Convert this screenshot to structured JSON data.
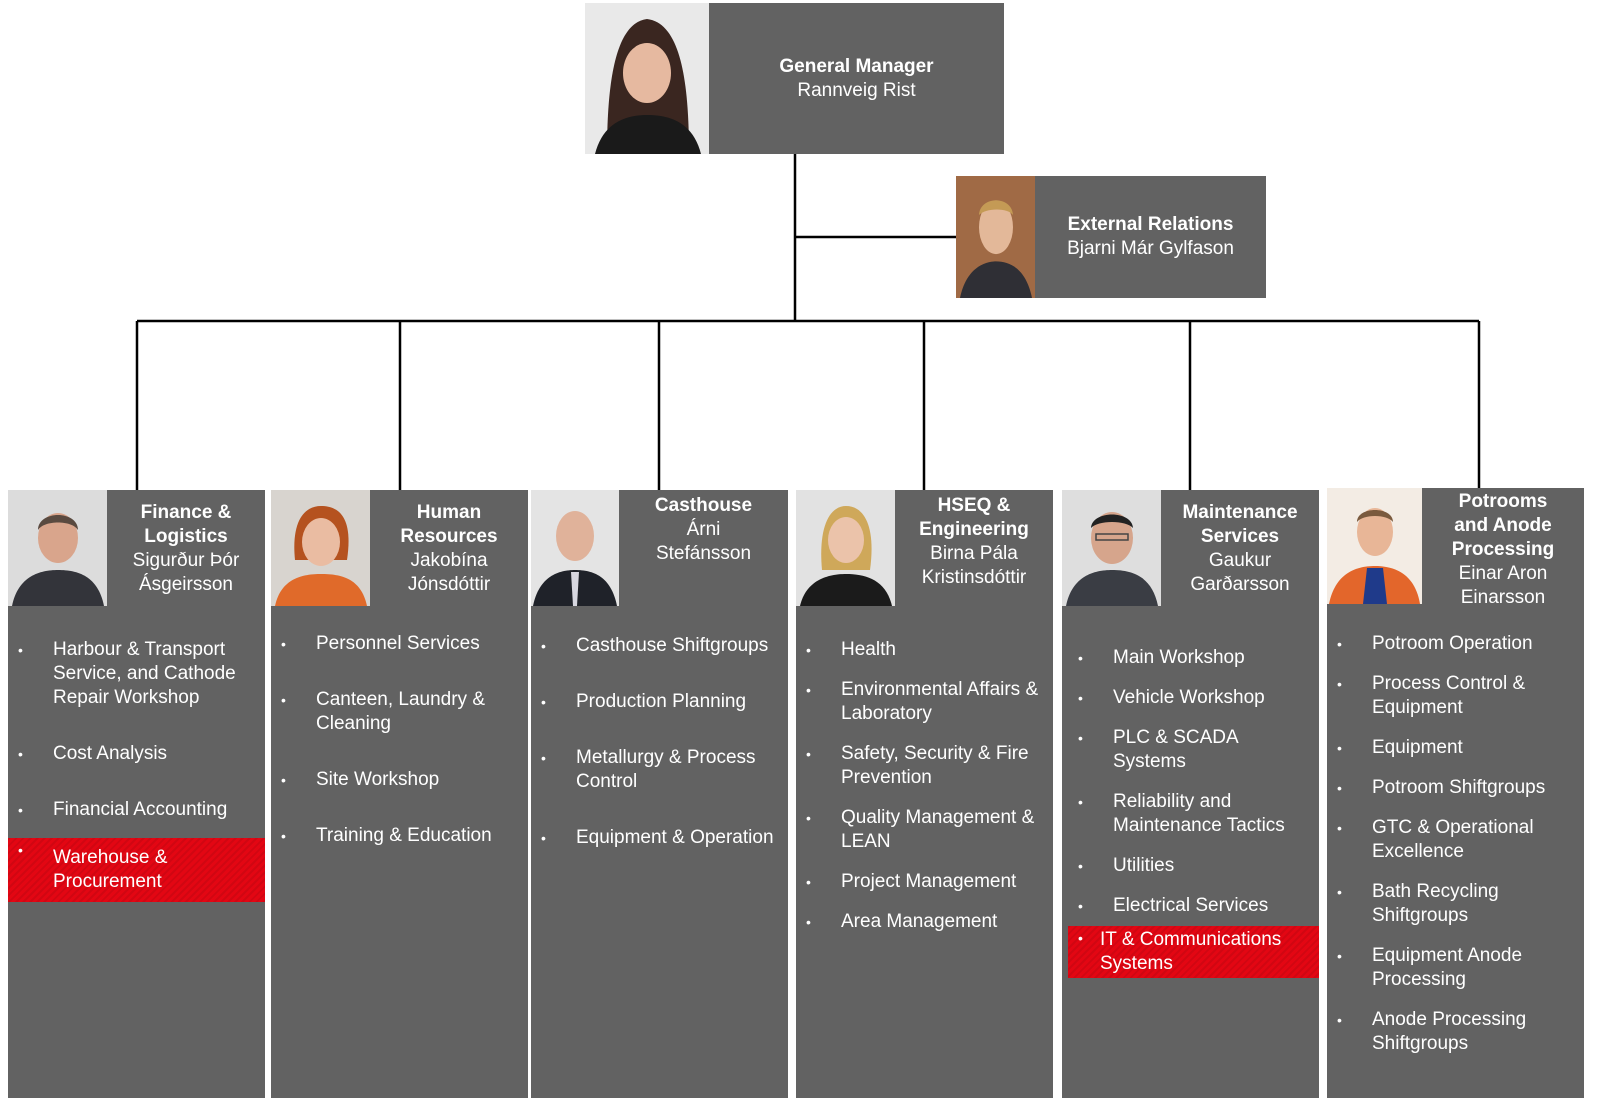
{
  "general_manager": {
    "title": "General Manager",
    "name": "Rannveig Rist"
  },
  "external_relations": {
    "title": "External Relations",
    "name": "Bjarni Már Gylfason"
  },
  "departments": [
    {
      "title_lines": [
        "Finance &",
        "Logistics"
      ],
      "name_lines": [
        "Sigurður Þór",
        "Ásgeirsson"
      ],
      "items": [
        "Harbour & Transport Service, and Cathode Repair Workshop",
        "Cost Analysis",
        "Financial Accounting",
        "Warehouse & Procurement"
      ]
    },
    {
      "title_lines": [
        "Human",
        "Resources"
      ],
      "name_lines": [
        "Jakobína",
        "Jónsdóttir"
      ],
      "items": [
        "Personnel Services",
        "Canteen, Laundry & Cleaning",
        "Site Workshop",
        "Training & Education"
      ]
    },
    {
      "title_lines": [
        "Casthouse"
      ],
      "name_lines": [
        "Árni",
        "Stefánsson"
      ],
      "items": [
        "Casthouse Shiftgroups",
        "Production Planning",
        "Metallurgy & Process Control",
        "Equipment  & Operation"
      ]
    },
    {
      "title_lines": [
        "HSEQ &",
        "Engineering"
      ],
      "name_lines": [
        "Birna Pála",
        "Kristinsdóttir"
      ],
      "items": [
        "Health",
        "Environmental Affairs & Laboratory",
        "Safety, Security & Fire Prevention",
        "Quality Management & LEAN",
        "Project Management",
        "Area Management"
      ]
    },
    {
      "title_lines": [
        "Maintenance",
        "Services"
      ],
      "name_lines": [
        "Gaukur",
        "Garðarsson"
      ],
      "items": [
        "Main Workshop",
        "Vehicle Workshop",
        "PLC & SCADA Systems",
        "Reliability and Maintenance Tactics",
        "Utilities",
        "Electrical Services",
        "IT & Communications Systems"
      ]
    },
    {
      "title_lines": [
        "Potrooms",
        "and Anode",
        "Processing"
      ],
      "name_lines": [
        "Einar Aron",
        "Einarsson"
      ],
      "items": [
        "Potroom Operation",
        "Process Control & Equipment",
        "Equipment",
        "Potroom Shiftgroups",
        "GTC & Operational Excellence",
        "Bath Recycling Shiftgroups",
        "Equipment Anode Processing",
        "Anode Processing Shiftgroups"
      ]
    }
  ],
  "colors": {
    "box": "#626262",
    "highlight": "#e30613",
    "line": "#000000",
    "text": "#ffffff"
  }
}
